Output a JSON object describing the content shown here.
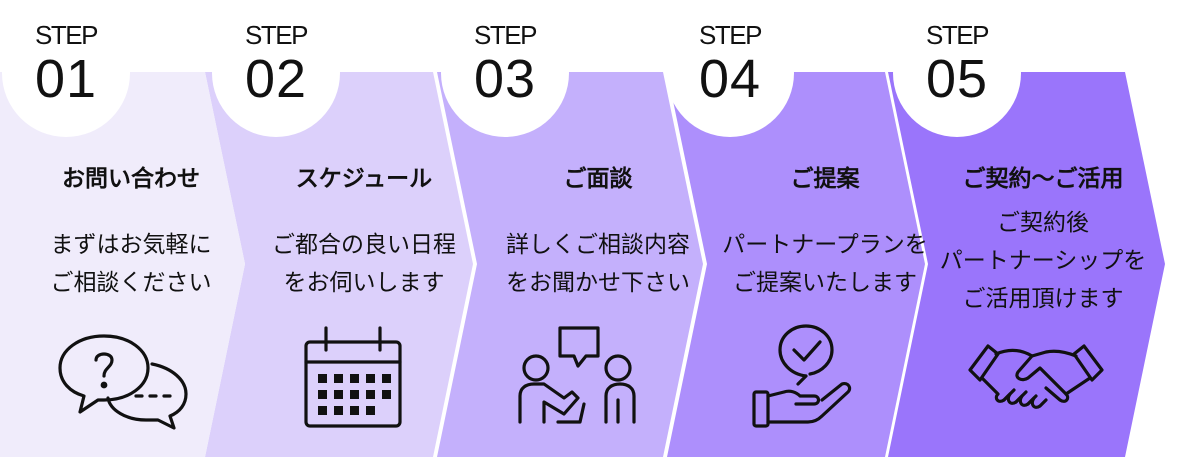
{
  "steps": [
    {
      "step_label": "STEP",
      "number": "01",
      "title": "お問い合わせ",
      "description": [
        "まずはお気軽に",
        "ご相談ください"
      ],
      "icon": "speech-bubbles-icon",
      "color": "#f0ecfb"
    },
    {
      "step_label": "STEP",
      "number": "02",
      "title": "スケジュール",
      "description": [
        "ご都合の良い日程",
        "をお伺いします"
      ],
      "icon": "calendar-icon",
      "color": "#dcd0fb"
    },
    {
      "step_label": "STEP",
      "number": "03",
      "title": "ご面談",
      "description": [
        "詳しくご相談内容",
        "をお聞かせ下さい"
      ],
      "icon": "meeting-icon",
      "color": "#c4b0fc"
    },
    {
      "step_label": "STEP",
      "number": "04",
      "title": "ご提案",
      "description": [
        "パートナープランを",
        "ご提案いたします"
      ],
      "icon": "hand-check-icon",
      "color": "#ad8ffc"
    },
    {
      "step_label": "STEP",
      "number": "05",
      "title": "ご契約～ご活用",
      "description": [
        "ご契約後",
        "パートナーシップを",
        "ご活用頂けます"
      ],
      "icon": "handshake-icon",
      "color": "#9a75fb"
    }
  ]
}
